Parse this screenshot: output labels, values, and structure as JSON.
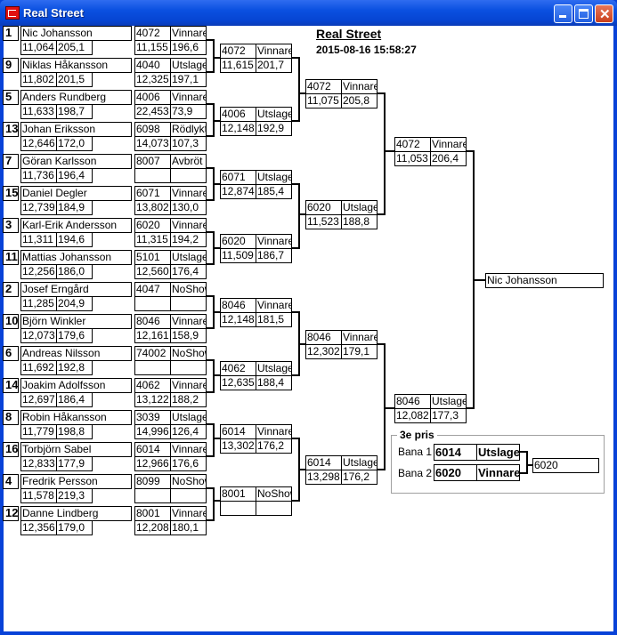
{
  "window": {
    "title": "Real Street"
  },
  "header": {
    "title": "Real Street",
    "datetime": "2015-08-16 15:58:27"
  },
  "round1": [
    {
      "seed": "1",
      "name": "Nic Johansson",
      "time": "11,064",
      "speed": "205,1",
      "id": "4072",
      "status": "Vinnare",
      "rtime": "11,155",
      "rspeed": "196,6"
    },
    {
      "seed": "9",
      "name": "Niklas Håkansson",
      "time": "11,802",
      "speed": "201,5",
      "id": "4040",
      "status": "Utslager",
      "rtime": "12,325",
      "rspeed": "197,1"
    },
    {
      "seed": "5",
      "name": "Anders Rundberg",
      "time": "11,633",
      "speed": "198,7",
      "id": "4006",
      "status": "Vinnare",
      "rtime": "22,453",
      "rspeed": "73,9"
    },
    {
      "seed": "13",
      "name": "Johan Eriksson",
      "time": "12,646",
      "speed": "172,0",
      "id": "6098",
      "status": "Rödlykta",
      "rtime": "14,073",
      "rspeed": "107,3"
    },
    {
      "seed": "7",
      "name": "Göran Karlsson",
      "time": "11,736",
      "speed": "196,4",
      "id": "8007",
      "status": "Avbröt",
      "rtime": "",
      "rspeed": ""
    },
    {
      "seed": "15",
      "name": "Daniel Degler",
      "time": "12,739",
      "speed": "184,9",
      "id": "6071",
      "status": "Vinnare",
      "rtime": "13,802",
      "rspeed": "130,0"
    },
    {
      "seed": "3",
      "name": "Karl-Erik Andersson",
      "time": "11,311",
      "speed": "194,6",
      "id": "6020",
      "status": "Vinnare",
      "rtime": "11,315",
      "rspeed": "194,2"
    },
    {
      "seed": "11",
      "name": "Mattias Johansson",
      "time": "12,256",
      "speed": "186,0",
      "id": "5101",
      "status": "Utslager",
      "rtime": "12,560",
      "rspeed": "176,4"
    },
    {
      "seed": "2",
      "name": "Josef Erngård",
      "time": "11,285",
      "speed": "204,9",
      "id": "4047",
      "status": "NoShow",
      "rtime": "",
      "rspeed": ""
    },
    {
      "seed": "10",
      "name": "Björn Winkler",
      "time": "12,073",
      "speed": "179,6",
      "id": "8046",
      "status": "Vinnare",
      "rtime": "12,161",
      "rspeed": "158,9"
    },
    {
      "seed": "6",
      "name": "Andreas Nilsson",
      "time": "11,692",
      "speed": "192,8",
      "id": "74002",
      "status": "NoShow",
      "rtime": "",
      "rspeed": ""
    },
    {
      "seed": "14",
      "name": "Joakim Adolfsson",
      "time": "12,697",
      "speed": "186,4",
      "id": "4062",
      "status": "Vinnare",
      "rtime": "13,122",
      "rspeed": "188,2"
    },
    {
      "seed": "8",
      "name": "Robin Håkansson",
      "time": "11,779",
      "speed": "198,8",
      "id": "3039",
      "status": "Utslager",
      "rtime": "14,996",
      "rspeed": "126,4"
    },
    {
      "seed": "16",
      "name": "Torbjörn Sabel",
      "time": "12,833",
      "speed": "177,9",
      "id": "6014",
      "status": "Vinnare",
      "rtime": "12,966",
      "rspeed": "176,6"
    },
    {
      "seed": "4",
      "name": "Fredrik Persson",
      "time": "11,578",
      "speed": "219,3",
      "id": "8099",
      "status": "NoShow",
      "rtime": "",
      "rspeed": ""
    },
    {
      "seed": "12",
      "name": "Danne Lindberg",
      "time": "12,356",
      "speed": "179,0",
      "id": "8001",
      "status": "Vinnare",
      "rtime": "12,208",
      "rspeed": "180,1"
    }
  ],
  "round2": [
    {
      "id": "4072",
      "status": "Vinnare",
      "rtime": "11,615",
      "rspeed": "201,7"
    },
    {
      "id": "4006",
      "status": "Utslager",
      "rtime": "12,148",
      "rspeed": "192,9"
    },
    {
      "id": "6071",
      "status": "Utslager",
      "rtime": "12,874",
      "rspeed": "185,4"
    },
    {
      "id": "6020",
      "status": "Vinnare",
      "rtime": "11,509",
      "rspeed": "186,7"
    },
    {
      "id": "8046",
      "status": "Vinnare",
      "rtime": "12,148",
      "rspeed": "181,5"
    },
    {
      "id": "4062",
      "status": "Utslager",
      "rtime": "12,635",
      "rspeed": "188,4"
    },
    {
      "id": "6014",
      "status": "Vinnare",
      "rtime": "13,302",
      "rspeed": "176,2"
    },
    {
      "id": "8001",
      "status": "NoShow",
      "rtime": "",
      "rspeed": ""
    }
  ],
  "round3": [
    {
      "id": "4072",
      "status": "Vinnare",
      "rtime": "11,075",
      "rspeed": "205,8"
    },
    {
      "id": "6020",
      "status": "Utslager",
      "rtime": "11,523",
      "rspeed": "188,8"
    },
    {
      "id": "8046",
      "status": "Vinnare",
      "rtime": "12,302",
      "rspeed": "179,1"
    },
    {
      "id": "6014",
      "status": "Utslager",
      "rtime": "13,298",
      "rspeed": "176,2"
    }
  ],
  "round4": [
    {
      "id": "4072",
      "status": "Vinnare",
      "rtime": "11,053",
      "rspeed": "206,4"
    },
    {
      "id": "8046",
      "status": "Utslager",
      "rtime": "12,082",
      "rspeed": "177,3"
    }
  ],
  "winner": "Nic Johansson",
  "third_place": {
    "legend": "3e pris",
    "lane1_label": "Bana 1",
    "lane1_id": "6014",
    "lane1_status": "Utslager",
    "lane2_label": "Bana 2",
    "lane2_id": "6020",
    "lane2_status": "Vinnare",
    "result": "6020"
  }
}
